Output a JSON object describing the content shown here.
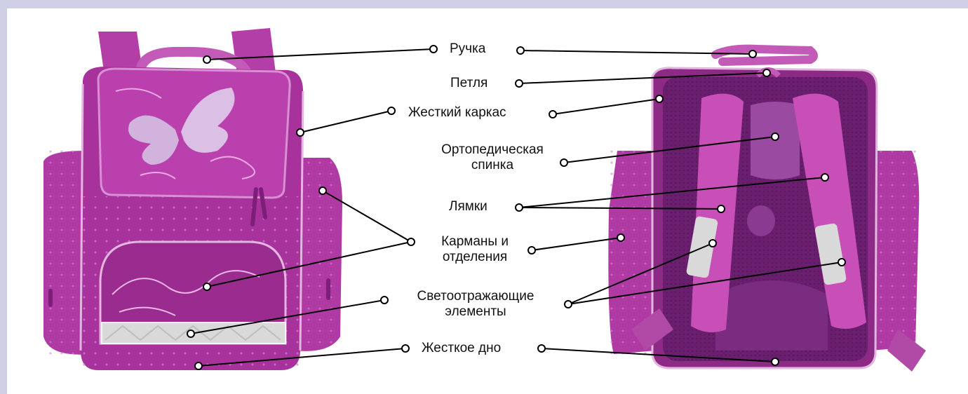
{
  "labels": {
    "handle": "Ручка",
    "loop": "Петля",
    "frame": "Жесткий каркас",
    "ortho_line1": "Ортопедическая",
    "ortho_line2": "спинка",
    "straps": "Лямки",
    "pockets_line1": "Карманы и",
    "pockets_line2": "отделения",
    "reflective_line1": "Светоотражающие",
    "reflective_line2": "элементы",
    "bottom": "Жесткое дно"
  },
  "colors": {
    "border": "#cfcfe6",
    "bag_main": "#a7329b",
    "bag_dark": "#7d1f79",
    "bag_light": "#c45ab8",
    "mesh": "#6a1f6e",
    "strap": "#c94fb8",
    "reflective": "#d9d9d9",
    "leader": "#000000"
  }
}
